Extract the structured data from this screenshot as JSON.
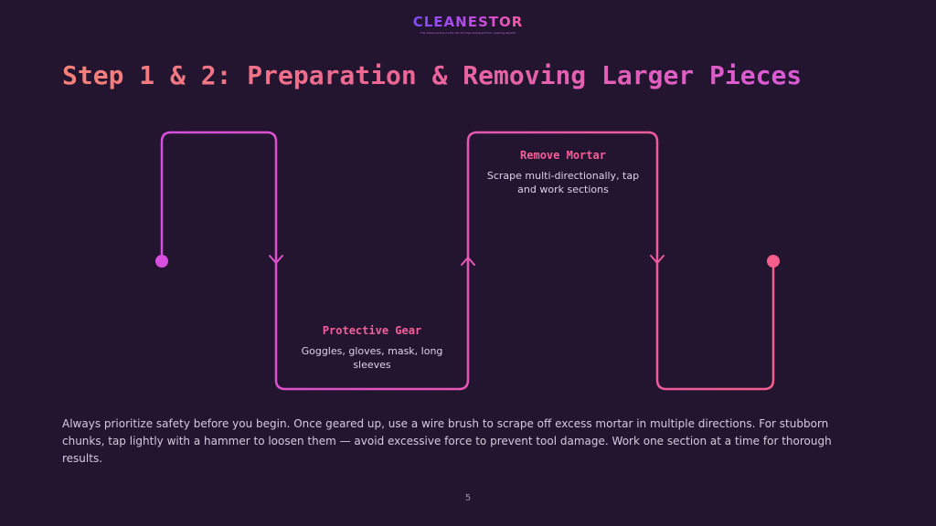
{
  "brand": {
    "name": "CLEANESTOR",
    "tagline": "The Cleaning Source Full list and tips delivered from cleaning experts"
  },
  "title": "Step 1 & 2: Preparation & Removing Larger Pieces",
  "steps": [
    {
      "title": "Protective Gear",
      "description": "Goggles, gloves, mask, long sleeves"
    },
    {
      "title": "Remove Mortar",
      "description": "Scrape multi-directionally, tap and work sections"
    }
  ],
  "body": "Always prioritize safety before you begin. Once geared up, use a wire brush to scrape off excess mortar in multiple directions. For stubborn chunks, tap lightly with a hammer to loosen them — avoid excessive force to prevent tool damage. Work one section at a time for thorough results.",
  "page_number": "5",
  "colors": {
    "background": "#231530",
    "line_start": "#d84ede",
    "line_end": "#f45e8c",
    "step_title": "#f25f9a"
  }
}
